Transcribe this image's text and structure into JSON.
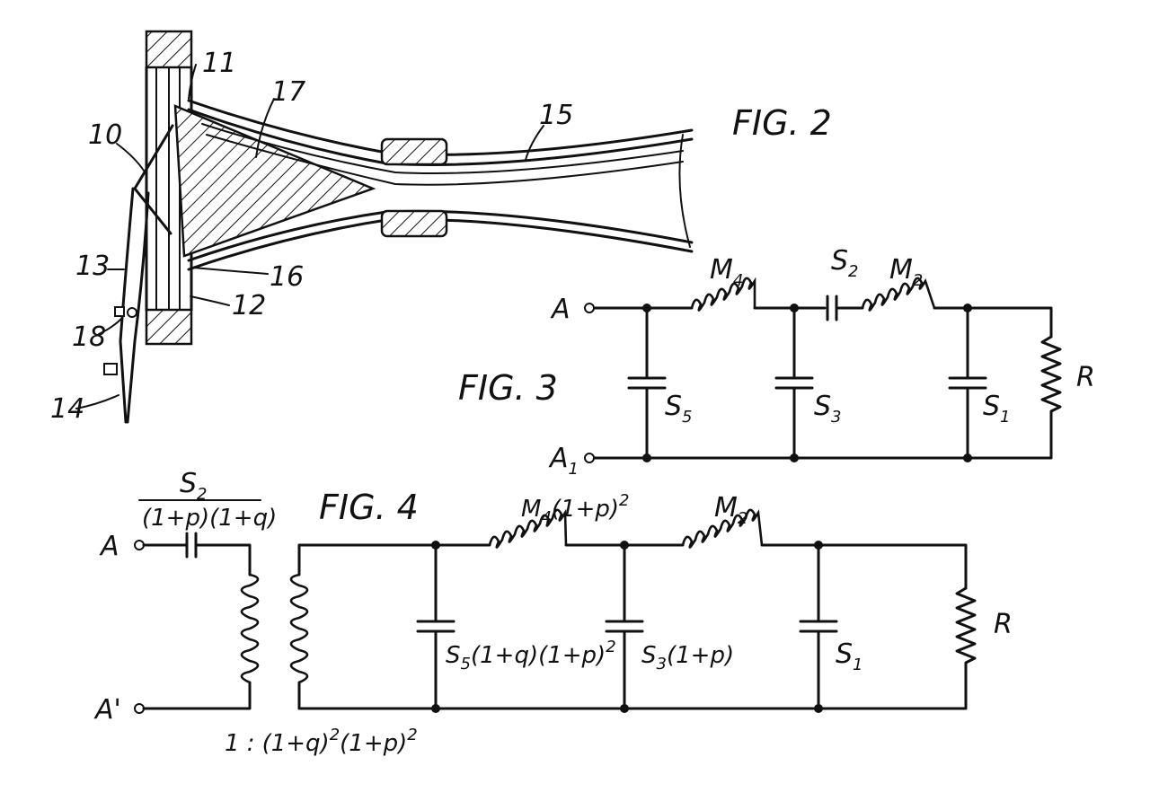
{
  "fig2": {
    "title": "FIG. 2",
    "refs": [
      "10",
      "11",
      "12",
      "13",
      "14",
      "15",
      "16",
      "17",
      "18"
    ]
  },
  "fig3": {
    "title": "FIG. 3",
    "terminal_a": "A",
    "terminal_a1": "A",
    "terminal_a1_sub": "1",
    "inductor_m4": "M",
    "inductor_m4_sub": "4",
    "inductor_m2": "M",
    "inductor_m2_sub": "2",
    "cap_s2": "S",
    "cap_s2_sub": "2",
    "cap_s5": "S",
    "cap_s5_sub": "5",
    "cap_s3": "S",
    "cap_s3_sub": "3",
    "cap_s1": "S",
    "cap_s1_sub": "1",
    "resistor": "R"
  },
  "fig4": {
    "title": "FIG. 4",
    "terminal_a": "A",
    "terminal_a_prime": "A'",
    "series_cap_num": "S",
    "series_cap_num_sub": "2",
    "series_cap_den": "(1+p)(1+q)",
    "inductor_m4": "M",
    "inductor_m4_sub": "4",
    "inductor_m4_factor": "(1+p)",
    "inductor_m4_exp": "2",
    "inductor_m2": "M",
    "inductor_m2_sub": "2",
    "cap_s5": "S",
    "cap_s5_sub": "5",
    "cap_s5_factor": "(1+q)(1+p)",
    "cap_s5_exp": "2",
    "cap_s3": "S",
    "cap_s3_sub": "3",
    "cap_s3_factor": "(1+p)",
    "cap_s1": "S",
    "cap_s1_sub": "1",
    "resistor": "R",
    "ratio_prefix": "1 :",
    "ratio_a": "(1+q)",
    "ratio_a_exp": "2",
    "ratio_b": "(1+p)",
    "ratio_b_exp": "2"
  }
}
